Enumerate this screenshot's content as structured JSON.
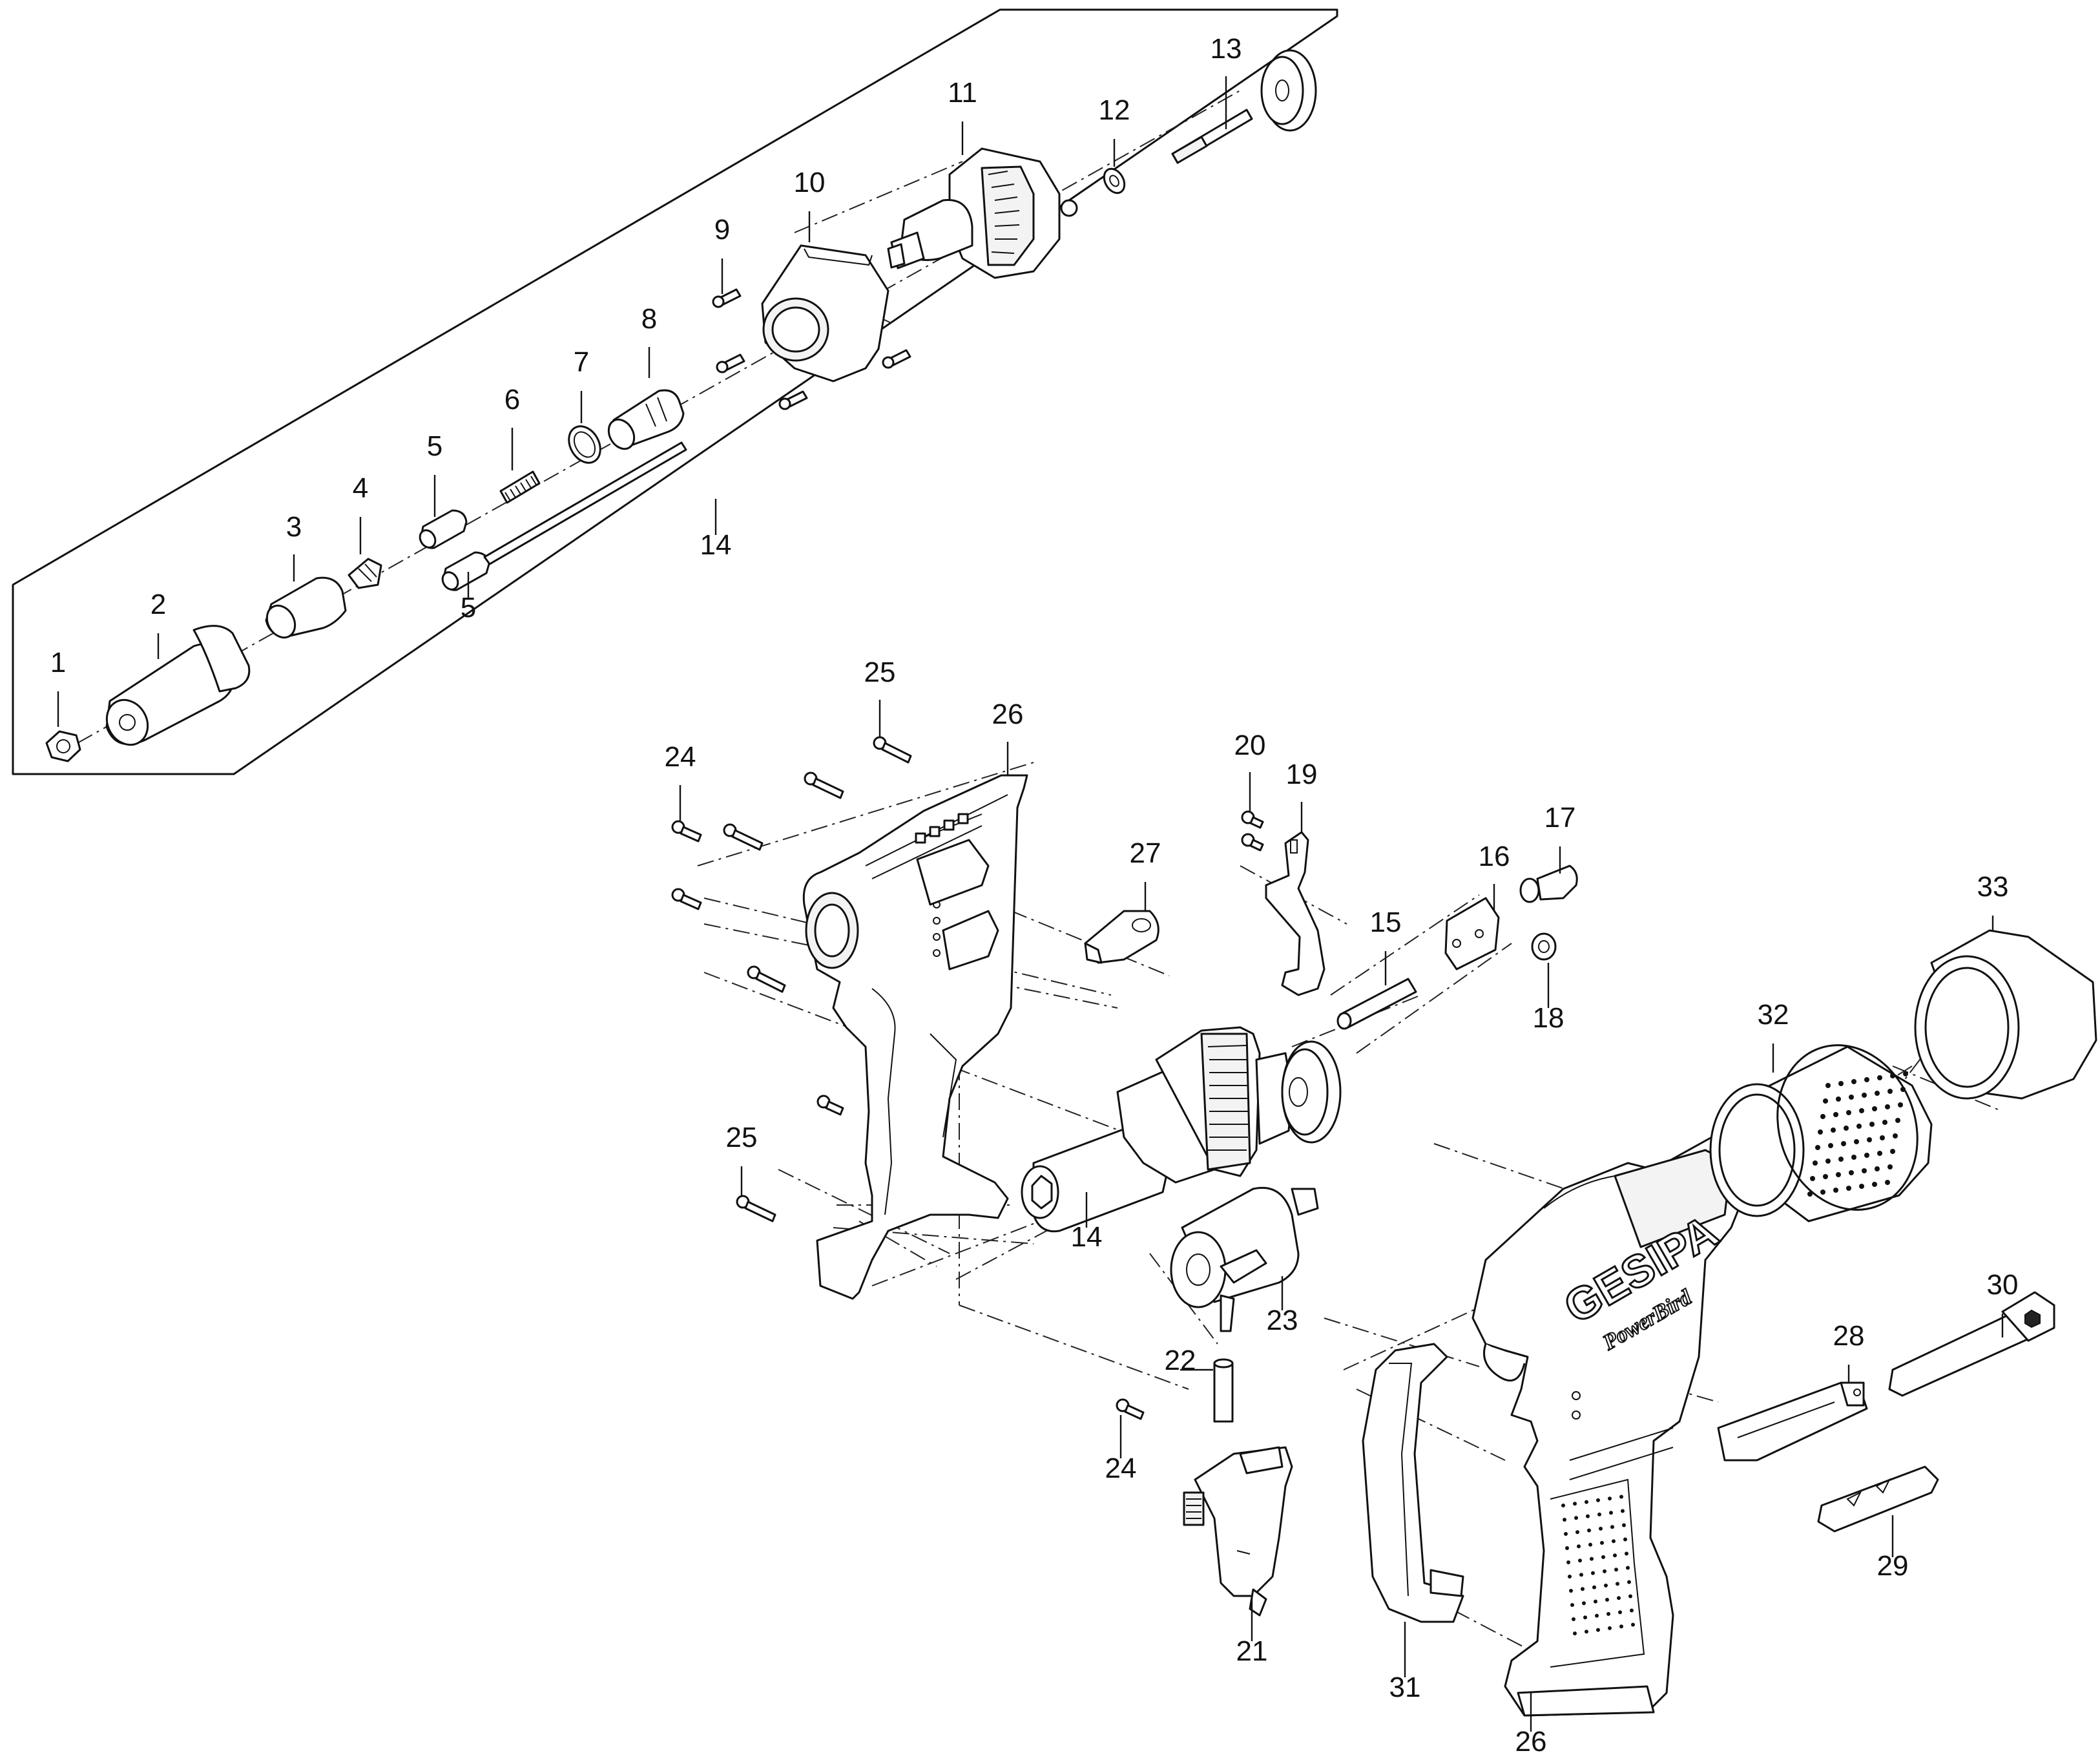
{
  "brand": {
    "main": "GESIPA",
    "sub": "PowerBird"
  },
  "labels": [
    {
      "id": "l1",
      "text": "1"
    },
    {
      "id": "l2",
      "text": "2"
    },
    {
      "id": "l3",
      "text": "3"
    },
    {
      "id": "l4",
      "text": "4"
    },
    {
      "id": "l5a",
      "text": "5"
    },
    {
      "id": "l5b",
      "text": "5"
    },
    {
      "id": "l6",
      "text": "6"
    },
    {
      "id": "l7",
      "text": "7"
    },
    {
      "id": "l8",
      "text": "8"
    },
    {
      "id": "l9",
      "text": "9"
    },
    {
      "id": "l10",
      "text": "10"
    },
    {
      "id": "l11",
      "text": "11"
    },
    {
      "id": "l12",
      "text": "12"
    },
    {
      "id": "l13",
      "text": "13"
    },
    {
      "id": "l14a",
      "text": "14"
    },
    {
      "id": "l14b",
      "text": "14"
    },
    {
      "id": "l15",
      "text": "15"
    },
    {
      "id": "l16",
      "text": "16"
    },
    {
      "id": "l17",
      "text": "17"
    },
    {
      "id": "l18",
      "text": "18"
    },
    {
      "id": "l19",
      "text": "19"
    },
    {
      "id": "l20",
      "text": "20"
    },
    {
      "id": "l21",
      "text": "21"
    },
    {
      "id": "l22",
      "text": "22"
    },
    {
      "id": "l23",
      "text": "23"
    },
    {
      "id": "l24a",
      "text": "24"
    },
    {
      "id": "l24b",
      "text": "24"
    },
    {
      "id": "l25a",
      "text": "25"
    },
    {
      "id": "l25b",
      "text": "25"
    },
    {
      "id": "l26a",
      "text": "26"
    },
    {
      "id": "l26b",
      "text": "26"
    },
    {
      "id": "l27",
      "text": "27"
    },
    {
      "id": "l28",
      "text": "28"
    },
    {
      "id": "l29",
      "text": "29"
    },
    {
      "id": "l30",
      "text": "30"
    },
    {
      "id": "l31",
      "text": "31"
    },
    {
      "id": "l32",
      "text": "32"
    },
    {
      "id": "l33",
      "text": "33"
    }
  ]
}
